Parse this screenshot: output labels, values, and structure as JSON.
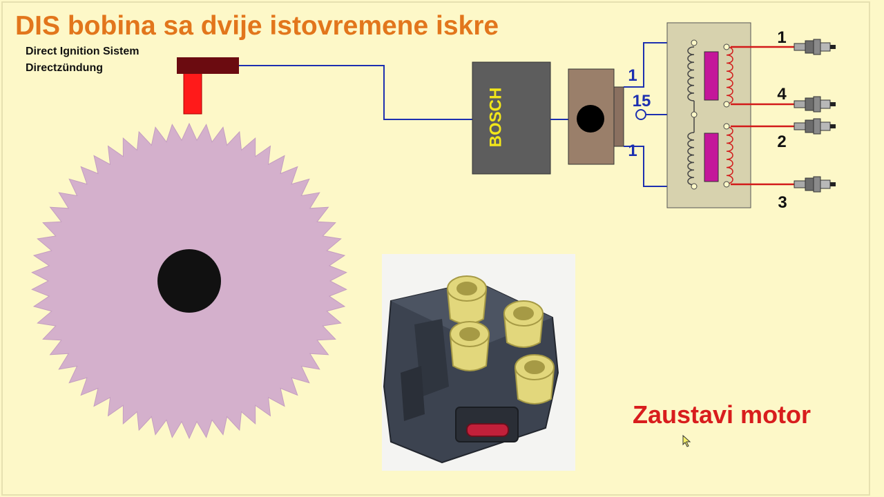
{
  "header": {
    "title": "DIS bobina sa dvije istovremene iskre",
    "subtitle_line1": "Direct Ignition Sistem",
    "subtitle_line2": "Directzündung"
  },
  "ecu": {
    "brand": "BOSCH"
  },
  "module_labels": {
    "top": "1",
    "terminal15": "15",
    "bottom": "1"
  },
  "plug_labels": [
    "1",
    "4",
    "2",
    "3"
  ],
  "actions": {
    "stop_label": "Zaustavi motor"
  },
  "colors": {
    "background": "#fdf8c8",
    "title": "#e2761c",
    "wire_signal": "#1c2fb0",
    "wire_ht": "#d21919",
    "gear": "#d4b0cc",
    "coil_core": "#c4169a",
    "stop_text": "#d81d1d"
  },
  "icons": {
    "crank_sensor": "crank-sensor-icon",
    "trigger_wheel": "trigger-wheel-icon",
    "ecu": "ecu-box-icon",
    "spark_plug": "spark-plug-icon",
    "coil_pack_photo": "coil-pack-photo-icon"
  }
}
